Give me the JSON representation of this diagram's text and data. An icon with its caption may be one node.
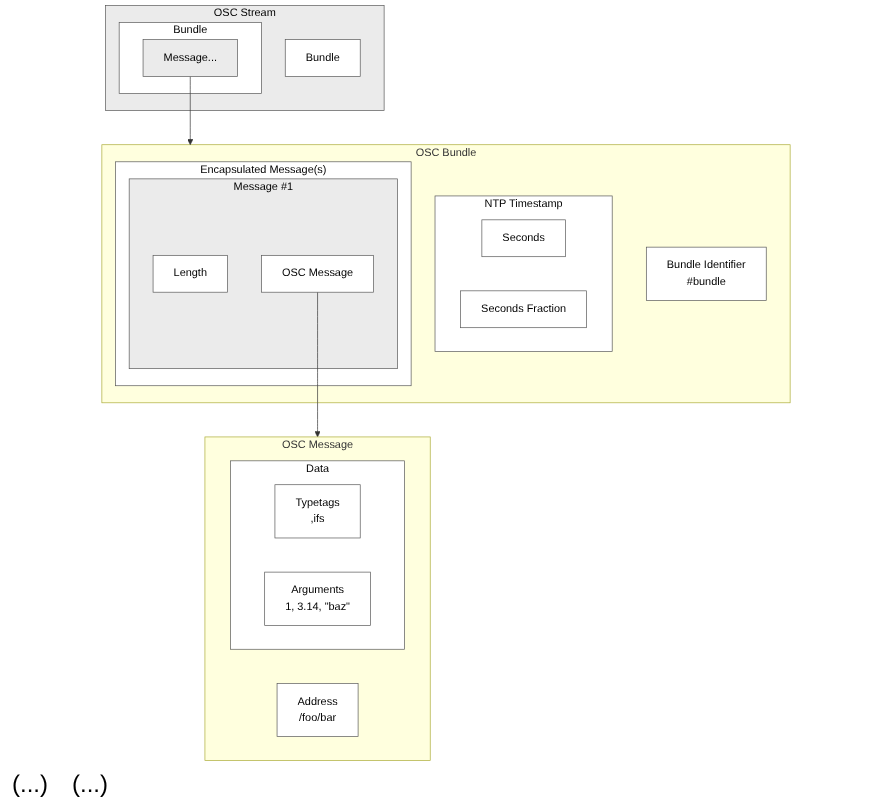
{
  "diagram": {
    "nodes": [
      {
        "text": [
          "OSC Stream"
        ]
      },
      {
        "text": [
          "Bundle"
        ],
        "in": 0
      },
      {
        "text": [
          "Message..."
        ],
        "in": 1
      },
      {
        "text": [
          "Bundle"
        ],
        "in": 0
      },
      {
        "text": [
          "OSC Bundle"
        ]
      },
      {
        "text": [
          "Bundle Identifier",
          "#bundle"
        ],
        "in": 4
      },
      {
        "text": [
          "NTP Timestamp"
        ],
        "in": 4
      },
      {
        "text": [
          "Seconds"
        ],
        "in": 6
      },
      {
        "text": [
          "Seconds Fraction"
        ],
        "in": 6
      },
      {
        "text": [
          "Encapsulated Message(s)"
        ],
        "in": 4
      },
      {
        "text": [
          "Message #1"
        ],
        "in": 9
      },
      {
        "text": [
          "Length"
        ],
        "in": 10
      },
      {
        "text": [
          "OSC Message"
        ],
        "in": 10
      },
      {
        "text": [
          "OSC Message"
        ]
      },
      {
        "text": [
          "Address",
          "/foo/bar"
        ],
        "in": 13
      },
      {
        "text": [
          "Data"
        ],
        "in": 13
      },
      {
        "text": [
          "Typetags",
          ",ifs"
        ],
        "in": 15
      },
      {
        "text": [
          "Arguments",
          "1, 3.14, \"baz\""
        ],
        "in": 15
      }
    ],
    "edges": [
      {
        "from": 2,
        "to": 4,
        "arrow": "to"
      },
      {
        "from": 12,
        "to": 13,
        "arrow": "to"
      }
    ],
    "labels": [
      "(...)",
      "(...)"
    ]
  }
}
